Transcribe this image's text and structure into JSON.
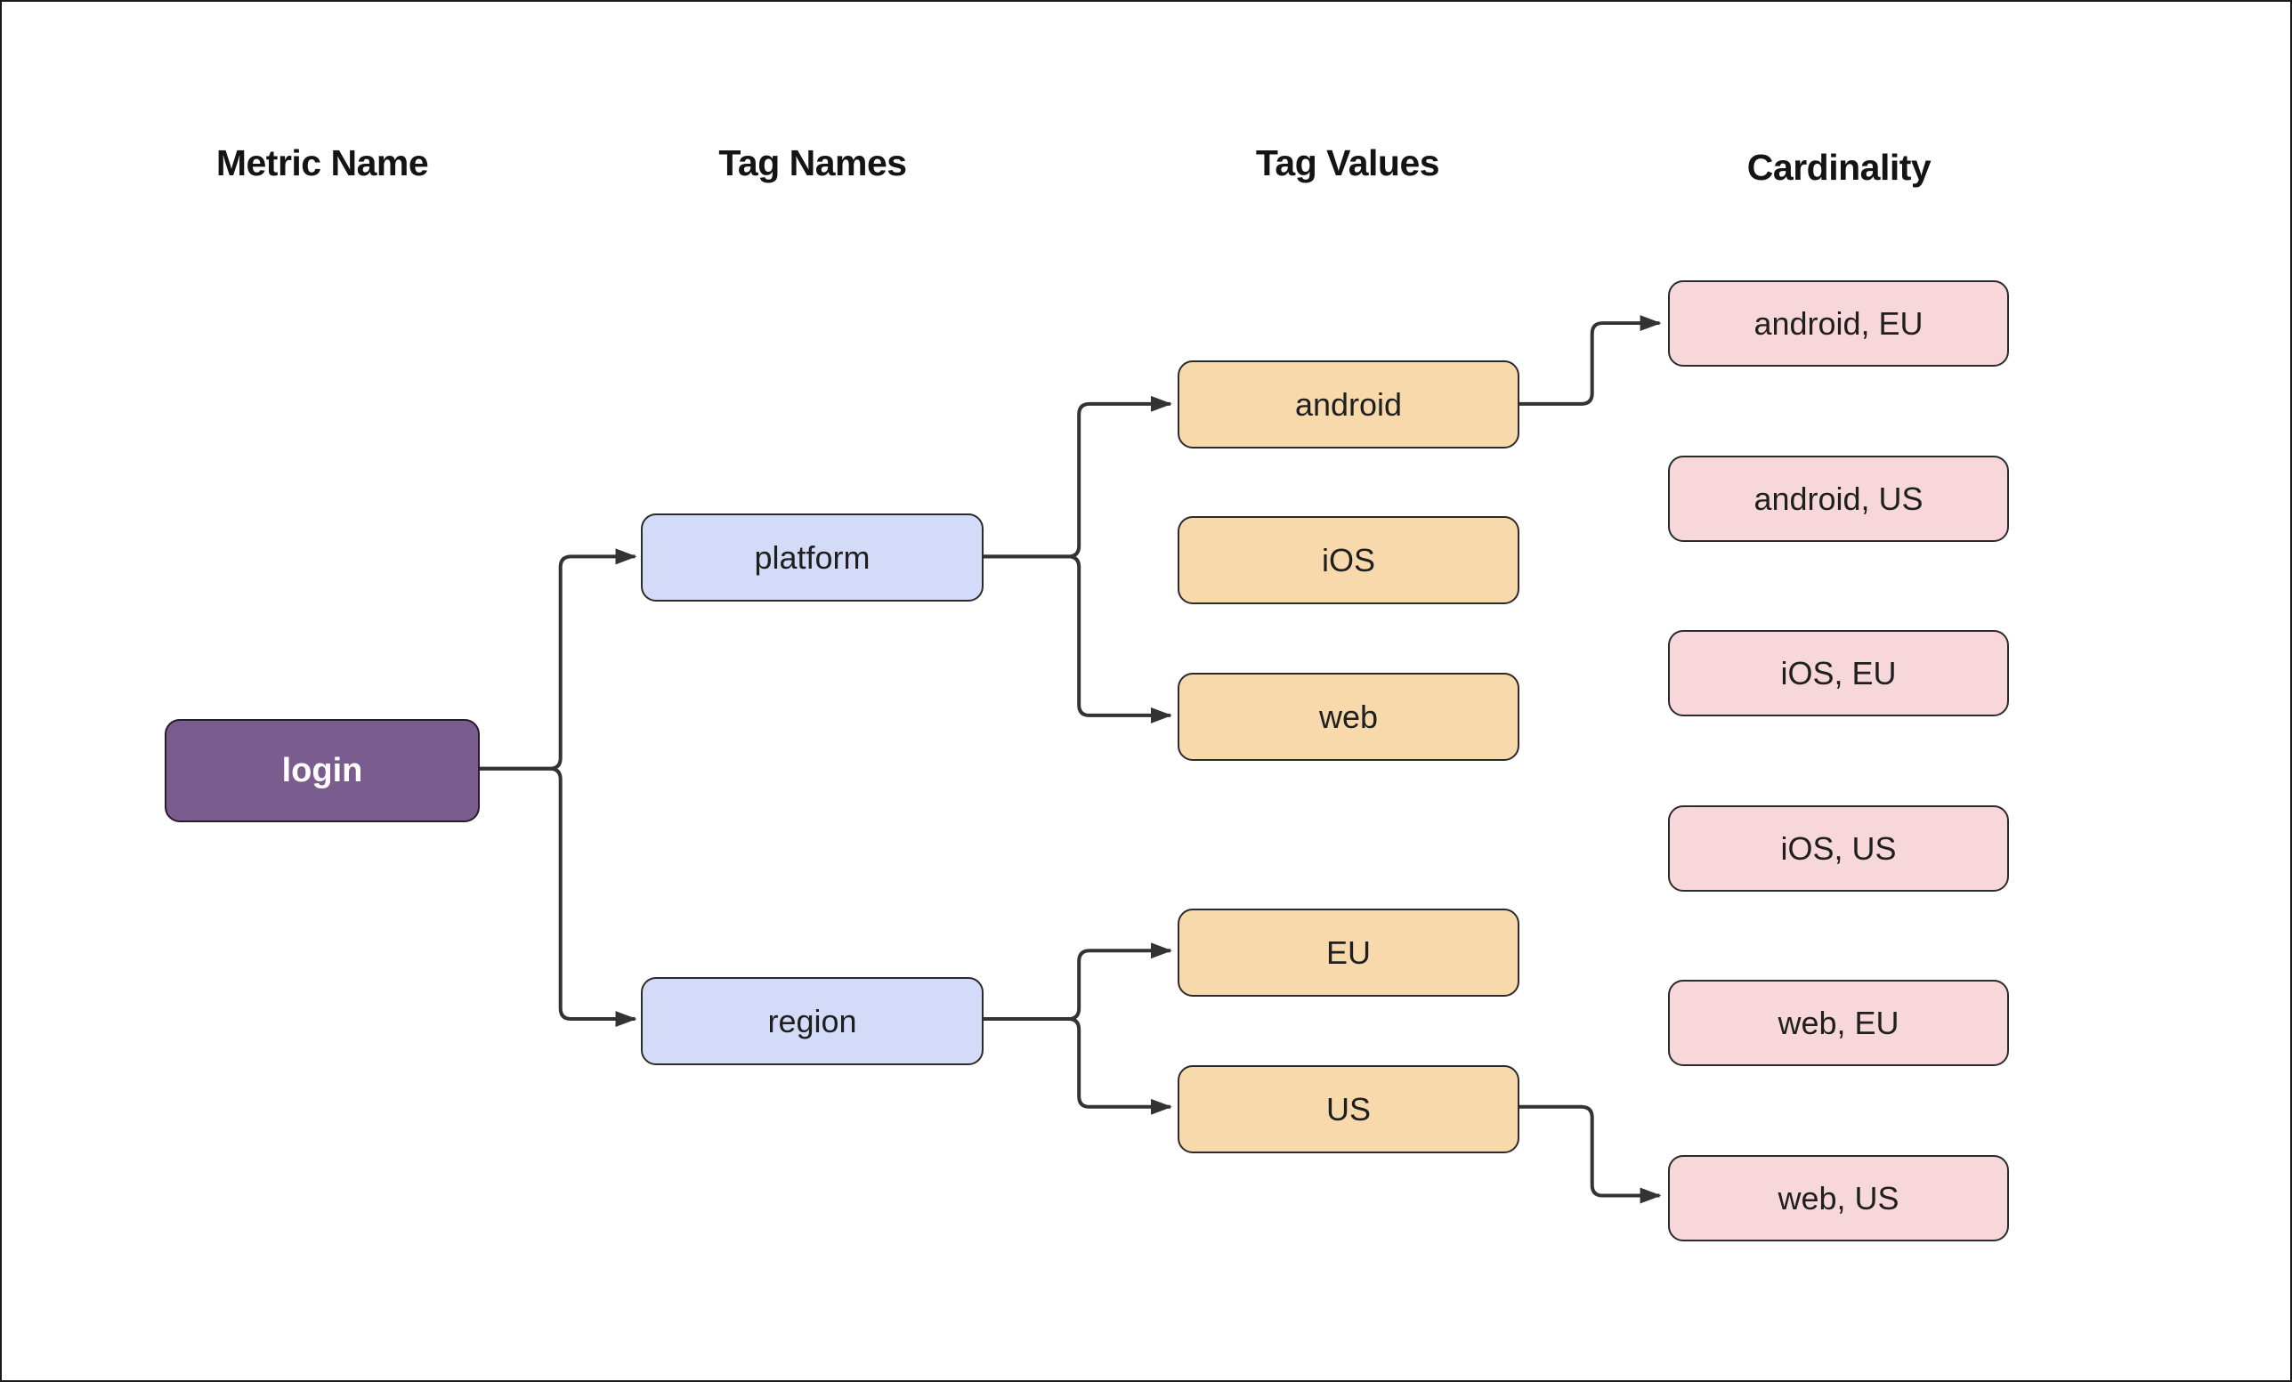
{
  "diagram": {
    "title_headers": {
      "metric_name": "Metric Name",
      "tag_names": "Tag Names",
      "tag_values": "Tag Values",
      "cardinality": "Cardinality"
    },
    "nodes": {
      "login": {
        "label": "login",
        "role": "metric"
      },
      "platform": {
        "label": "platform",
        "role": "tag-name"
      },
      "region": {
        "label": "region",
        "role": "tag-name"
      },
      "android": {
        "label": "android",
        "role": "tag-value"
      },
      "ios": {
        "label": "iOS",
        "role": "tag-value"
      },
      "web": {
        "label": "web",
        "role": "tag-value"
      },
      "eu": {
        "label": "EU",
        "role": "tag-value"
      },
      "us": {
        "label": "US",
        "role": "tag-value"
      },
      "android_eu": {
        "label": "android, EU",
        "role": "cardinality"
      },
      "android_us": {
        "label": "android, US",
        "role": "cardinality"
      },
      "ios_eu": {
        "label": "iOS, EU",
        "role": "cardinality"
      },
      "ios_us": {
        "label": "iOS, US",
        "role": "cardinality"
      },
      "web_eu": {
        "label": "web, EU",
        "role": "cardinality"
      },
      "web_us": {
        "label": "web, US",
        "role": "cardinality"
      }
    },
    "edges": [
      {
        "from": "login",
        "to": "platform",
        "arrow": true
      },
      {
        "from": "login",
        "to": "region",
        "arrow": true
      },
      {
        "from": "platform",
        "to": "android",
        "arrow": true
      },
      {
        "from": "platform",
        "to": "web",
        "arrow": true
      },
      {
        "from": "region",
        "to": "eu",
        "arrow": true
      },
      {
        "from": "region",
        "to": "us",
        "arrow": true
      },
      {
        "from": "android",
        "to": "android_eu",
        "arrow": true
      },
      {
        "from": "us",
        "to": "web_us",
        "arrow": true
      }
    ],
    "colors": {
      "metric_fill": "#7a5c8e",
      "tag_name_fill": "#d3dbf8",
      "tag_value_fill": "#f8d9ac",
      "cardinality_fill": "#f8d7da",
      "line": "#333333",
      "node_border": "#2b2b2b",
      "text": "#1f1f1f",
      "background": "#ffffff"
    }
  }
}
